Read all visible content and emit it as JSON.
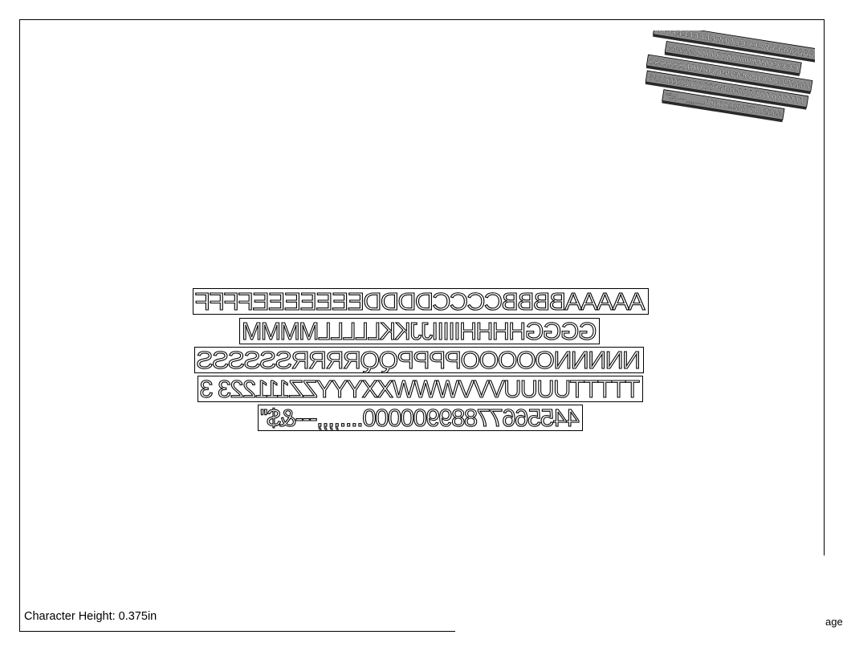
{
  "caption": "Character Height: 0.375in",
  "page_tag": "age",
  "rows": [
    "AAAAABBBBCCCCDDDDEEEEEEEFFFF",
    "GGGGHHHHIIIIIJJKKLLLLLMMMM",
    "NNNNNOOOOOPPPPQQRRRRSSSSSS",
    "TTTTTUUUUVVVWWWXXYYYZZ111223 3",
    "44556677889900000....,,,,---&$''"
  ],
  "preview_rows": [
    "AAAAABBBBCCCCDDDDEEEEEEEFFFF",
    "GGGGHHHHIIIIIJJKKLLLLLMMMM",
    "NNNNNOOOOOPPPPQQRRRRSSSSSS",
    "TTTTTUUUUVVVWWWXXYYYZZ1112233",
    "44556677889900000....,,,,---&$''"
  ],
  "colors": {
    "stroke": "#000000",
    "fill": "#ffffff",
    "preview_fill": "#8c8c8c",
    "preview_dark": "#2a2a2a"
  }
}
